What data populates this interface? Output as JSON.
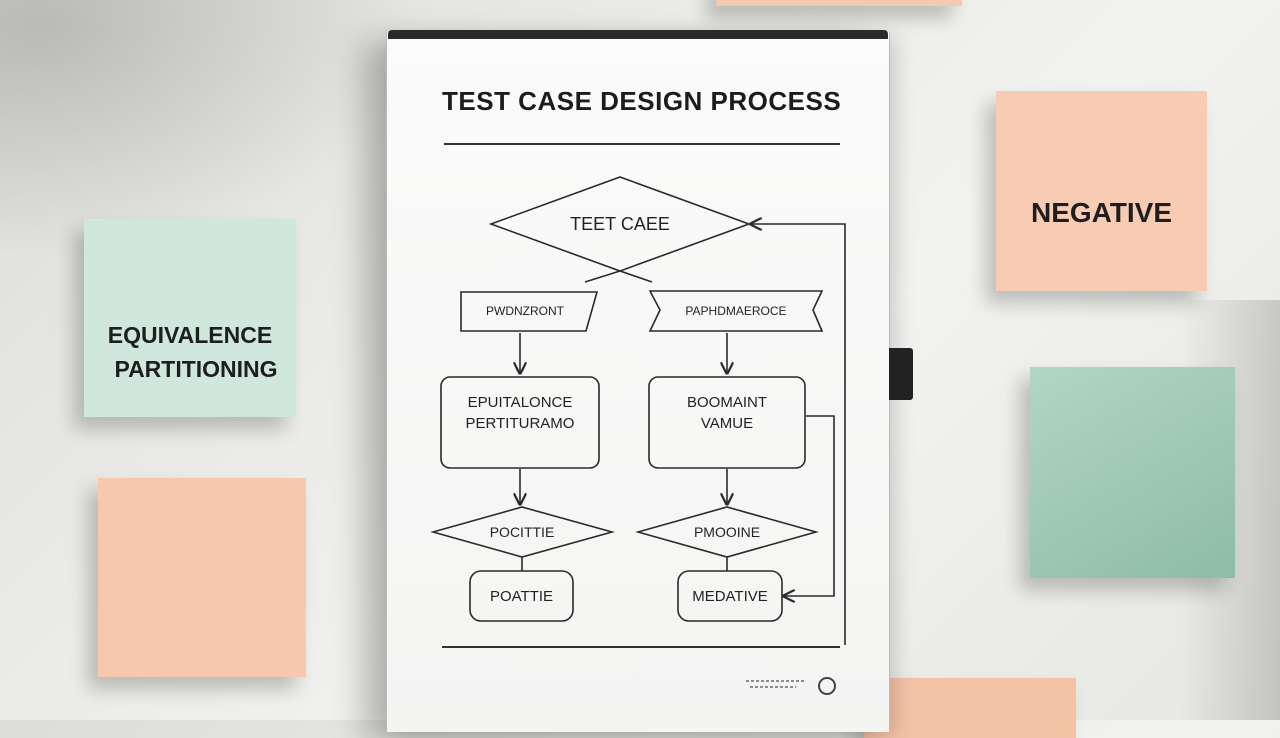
{
  "sheet": {
    "title": "TEST CASE DESIGN PROCESS",
    "flowchart": {
      "top_decision": "TEET CAEE",
      "left_tag": "PWDNZRONT",
      "right_tag": "PAPHDMAEROCE",
      "left_box": [
        "EPUITALONCE",
        "PERTITURAMO"
      ],
      "right_box": [
        "BOOMAINT",
        "VAMUE"
      ],
      "left_decision": "POCITTIE",
      "right_decision": "PMOOINE",
      "left_result": "POATTIE",
      "right_result": "MEDATIVE"
    }
  },
  "notes": {
    "left_green": [
      "EQUIVALENCE",
      "PARTITIONING"
    ],
    "right_peach": "NEGATIVE"
  },
  "colors": {
    "note_green": "#cde6da",
    "note_peach": "#f6cbb2",
    "note_teal": "#9fc7b3",
    "ink": "#2a2a2a"
  }
}
